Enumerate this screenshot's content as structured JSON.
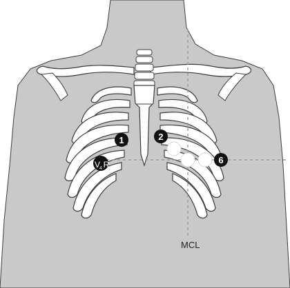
{
  "figure": {
    "line_label": "MCL",
    "electrodes": [
      {
        "id": "e1",
        "label": "1",
        "style": "dark"
      },
      {
        "id": "e2",
        "label": "2",
        "style": "dark"
      },
      {
        "id": "e3",
        "label": "",
        "style": "light"
      },
      {
        "id": "e4",
        "label": "",
        "style": "light"
      },
      {
        "id": "e5",
        "label": "",
        "style": "light"
      },
      {
        "id": "e6",
        "label": "6",
        "style": "dark"
      },
      {
        "id": "v4r",
        "label": "V",
        "sub": "4",
        "suffix": "R",
        "style": "dark"
      }
    ]
  },
  "colors": {
    "background": "#ffffff",
    "body": "#c9c9c9",
    "bone": "#ffffff",
    "outline": "#3c3c3c",
    "electrode_dark": "#111111",
    "electrode_light": "#ffffff",
    "guide_line": "#9a9a9a"
  }
}
